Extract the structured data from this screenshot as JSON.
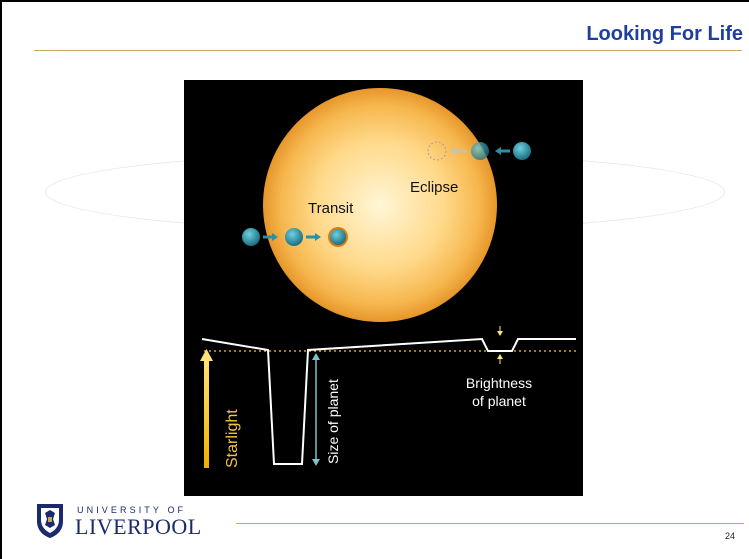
{
  "slide": {
    "title": "Looking For Life",
    "page_number": "24"
  },
  "figure": {
    "label_transit": "Transit",
    "label_eclipse": "Eclipse",
    "label_starlight": "Starlight",
    "label_size_of_planet": "Size of planet",
    "label_brightness_line1": "Brightness",
    "label_brightness_line2": "of planet"
  },
  "logo": {
    "university_line": "UNIVERSITY OF",
    "name": "LIVERPOOL"
  },
  "colors": {
    "title": "#1f3f9e",
    "accent_rule": "#c5a85a",
    "planet": "#2a8fa3",
    "starlight": "#f5c542",
    "figure_background": "#000000"
  }
}
